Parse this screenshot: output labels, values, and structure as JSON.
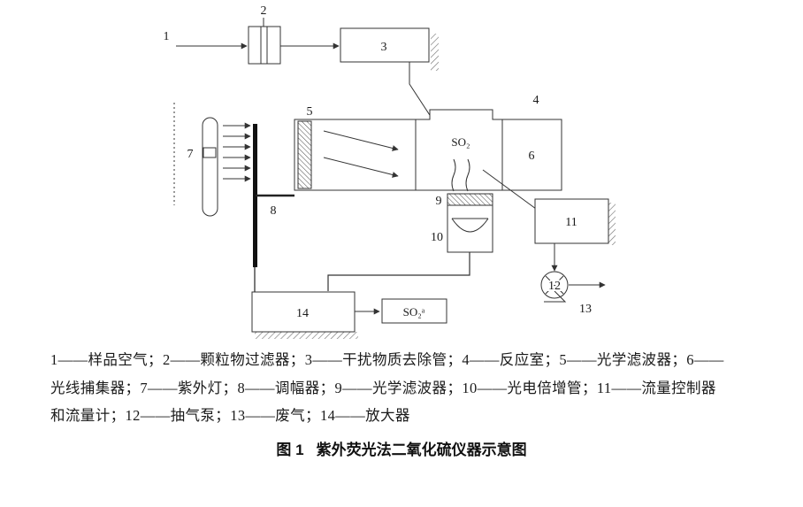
{
  "diagram": {
    "part_labels": {
      "p1": "1",
      "p2": "2",
      "p3": "3",
      "p4": "4",
      "p5": "5",
      "p6": "6",
      "p7": "7",
      "p8": "8",
      "p9": "9",
      "p10": "10",
      "p11": "11",
      "p12": "12",
      "p13": "13",
      "p14": "14"
    },
    "annotations": {
      "so2_reaction": "SO₂",
      "so2_output": "SO₂ᵃ"
    }
  },
  "legend": {
    "line1": "1——样品空气；2——颗粒物过滤器；3——干扰物质去除管；4——反应室；5——光学滤波器；6——",
    "line2": "光线捕集器；7——紫外灯；8——调幅器；9——光学滤波器；10——光电倍增管；11——流量控制器",
    "line3": "和流量计；12——抽气泵；13——废气；14——放大器"
  },
  "caption": {
    "figure_label": "图 1",
    "title": "紫外荧光法二氧化硫仪器示意图"
  },
  "colors": {
    "line": "#333333",
    "hatch": "#666666",
    "text": "#1a1a1a"
  }
}
